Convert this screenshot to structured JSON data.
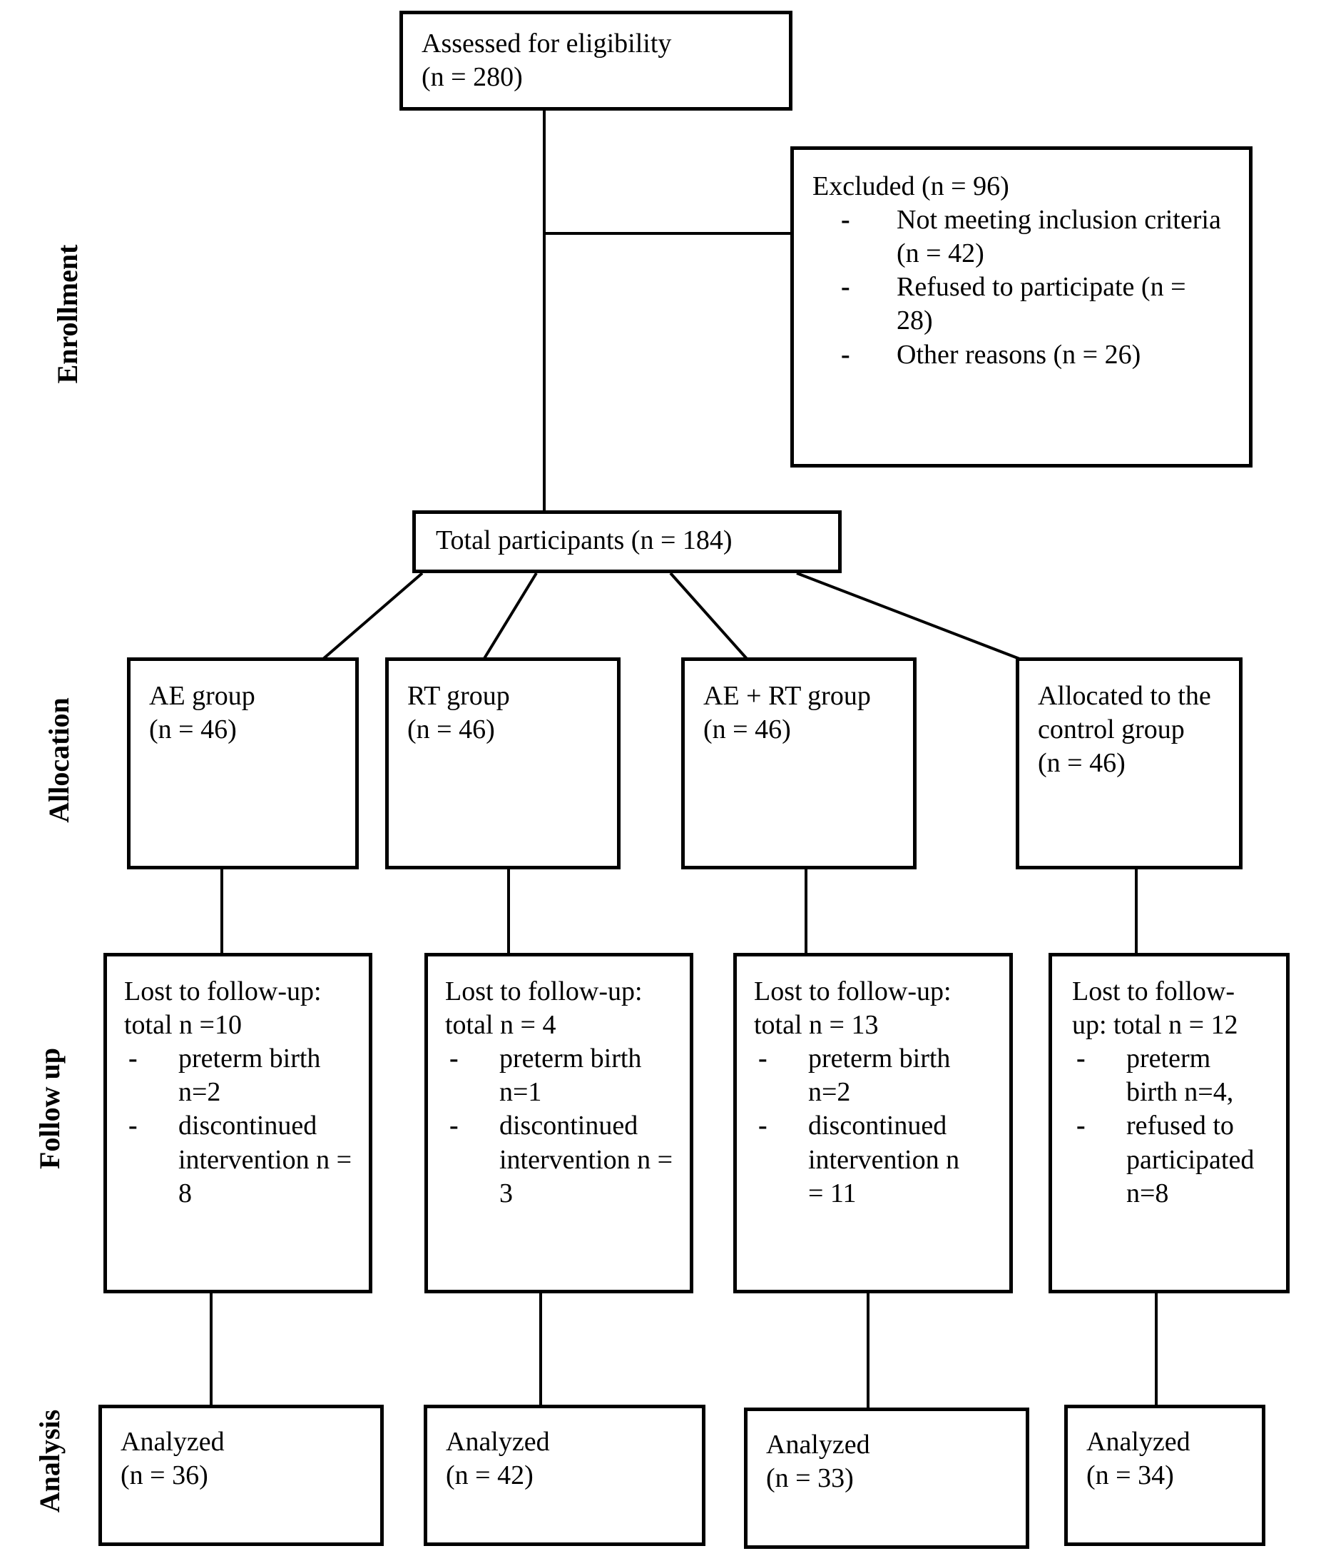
{
  "bullet": "-",
  "colors": {
    "line": "#000000",
    "background": "#ffffff",
    "text": "#000000"
  },
  "stage_labels": [
    {
      "label": "Enrollment"
    },
    {
      "label": "Allocation"
    },
    {
      "label": "Follow up"
    },
    {
      "label": "Analysis"
    }
  ],
  "boxes": {
    "assessed": {
      "line1": "Assessed for eligibility",
      "line2": "(n = 280)"
    },
    "excluded": {
      "title": "Excluded (n = 96)",
      "items": [
        "Not meeting inclusion criteria (n = 42)",
        "Refused to participate (n = 28)",
        "Other reasons (n = 26)"
      ]
    },
    "total": {
      "text": "Total participants (n = 184)"
    },
    "allocation": [
      {
        "label": "AE group",
        "n": "(n = 46)"
      },
      {
        "label": "RT group",
        "n": "(n = 46)"
      },
      {
        "label": "AE + RT group",
        "n": "(n = 46)"
      },
      {
        "label": "Allocated to the control group",
        "n": "(n = 46)"
      }
    ],
    "followup": [
      {
        "title": "Lost to follow-up: total n =10",
        "items": [
          "preterm birth n=2",
          "discontinued intervention n = 8"
        ]
      },
      {
        "title": "Lost to follow-up: total n = 4",
        "items": [
          "preterm birth n=1",
          "discontinued intervention n = 3"
        ]
      },
      {
        "title": "Lost to follow-up: total n = 13",
        "items": [
          "preterm birth n=2",
          "discontinued intervention n = 11"
        ]
      },
      {
        "title": "Lost to follow-up: total n = 12",
        "items": [
          "preterm birth n=4,",
          "refused to participated n=8"
        ]
      }
    ],
    "analyzed": [
      {
        "label": "Analyzed",
        "n": "(n = 36)"
      },
      {
        "label": "Analyzed",
        "n": "(n = 42)"
      },
      {
        "label": "Analyzed",
        "n": "(n = 33)"
      },
      {
        "label": "Analyzed",
        "n": "(n = 34)"
      }
    ]
  }
}
